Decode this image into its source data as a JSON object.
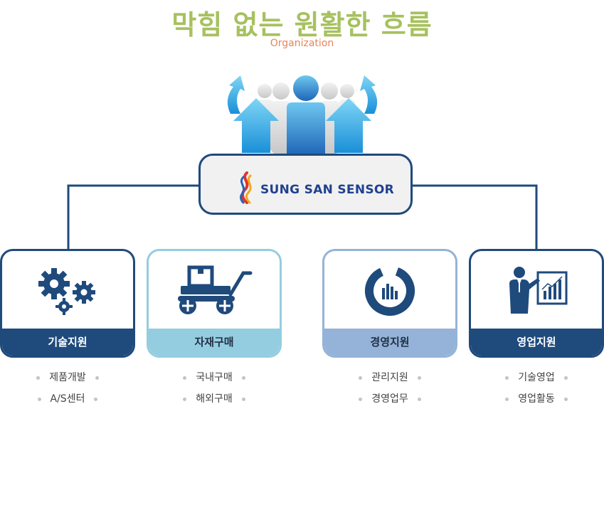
{
  "header": {
    "title": "막힘 없는 원활한 흐름",
    "subtitle": "Organization"
  },
  "center": {
    "company": "SUNG SAN SENSOR"
  },
  "departments": [
    {
      "name": "기술지원",
      "icon": "gears-icon",
      "items": [
        "제품개발",
        "A/S센터"
      ]
    },
    {
      "name": "자재구매",
      "icon": "cart-icon",
      "items": [
        "국내구매",
        "해외구매"
      ]
    },
    {
      "name": "경영지원",
      "icon": "donut-chart-icon",
      "items": [
        "관리지원",
        "경영업무"
      ]
    },
    {
      "name": "영업지원",
      "icon": "presenter-icon",
      "items": [
        "기술영업",
        "영업활동"
      ]
    }
  ],
  "colors": {
    "title": "#a7c15f",
    "subtitle": "#e6855b",
    "navy": "#1f4a7c",
    "light_blue": "#95cde0",
    "periwinkle": "#95b3d8"
  }
}
